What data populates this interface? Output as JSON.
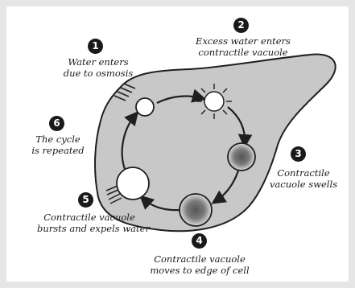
{
  "steps": [
    {
      "num": "1",
      "line1": "Water enters",
      "line2": "due to osmosis"
    },
    {
      "num": "2",
      "line1": "Excess water enters",
      "line2": "contractile vacuole"
    },
    {
      "num": "3",
      "line1": "Contractile",
      "line2": "vacuole swells"
    },
    {
      "num": "4",
      "line1": "Contractile vacuole",
      "line2": "moves to edge of cell"
    },
    {
      "num": "5",
      "line1": "Contractile vacuole",
      "line2": "bursts and expels water"
    },
    {
      "num": "6",
      "line1": "The cycle",
      "line2": "is repeated"
    }
  ],
  "colors": {
    "cell_fill": "#c8c8c8",
    "outline": "#1f1f1f",
    "vacuole_dark": "#6a6a6a",
    "background": "#ffffff"
  }
}
